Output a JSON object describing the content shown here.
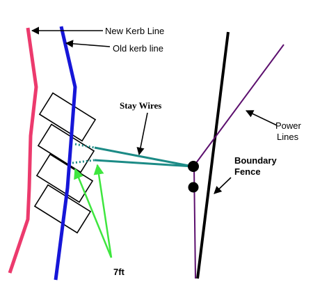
{
  "labels": {
    "new_kerb_line": "New Kerb Line",
    "old_kerb_line": "Old kerb line",
    "stay_wires": "Stay Wires",
    "power_lines_1": "Power",
    "power_lines_2": "Lines",
    "boundary_fence_1": "Boundary",
    "boundary_fence_2": "Fence",
    "distance": "7ft"
  },
  "colors": {
    "new_kerb": "#ec3a6d",
    "old_kerb": "#1616d8",
    "fence": "#000000",
    "power_line": "#5c0f6e",
    "stay_wire": "#1c8b86",
    "dimension": "#3ee63e",
    "parking_bay": "#000000"
  },
  "icons": {
    "pole": "pole-circle-icon",
    "anchor": "stay-anchor-icon"
  }
}
